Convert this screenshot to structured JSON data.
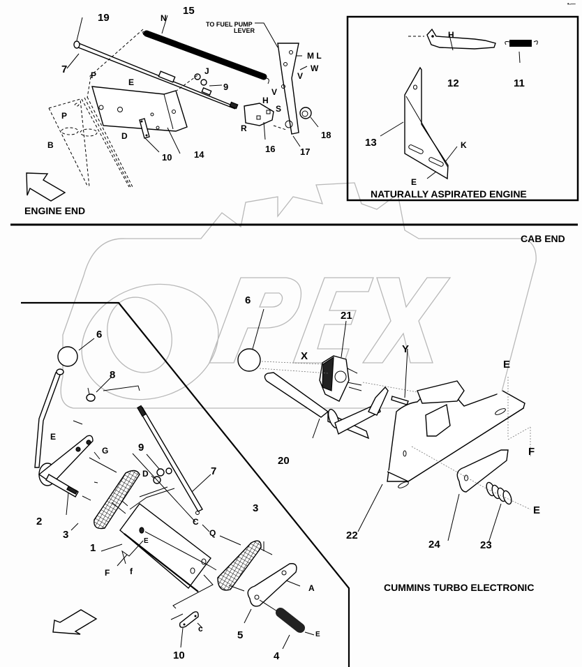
{
  "diagram": {
    "sections": {
      "engine_end": "ENGINE END",
      "cab_end": "CAB  END",
      "naturally_aspirated": "NATURALLY ASPIRATED ENGINE",
      "cummins_turbo": "CUMMINS TURBO ELECTRONIC",
      "fuel_pump_note_line1": "TO FUEL PUMP",
      "fuel_pump_note_line2": "LEVER"
    },
    "watermark": "OPEX",
    "corner_mark": "•-—",
    "part_numbers": {
      "p1": "1",
      "p2": "2",
      "p3a": "3",
      "p3b": "3",
      "p4": "4",
      "p5": "5",
      "p6a": "6",
      "p6b": "6",
      "p7a": "7",
      "p7b": "7",
      "p8": "8",
      "p9a": "9",
      "p9b": "9",
      "p10a": "10",
      "p10b": "10",
      "p11": "11",
      "p12": "12",
      "p13": "13",
      "p14": "14",
      "p15": "15",
      "p16": "16",
      "p17": "17",
      "p18": "18",
      "p19": "19",
      "p20": "20",
      "p21": "21",
      "p22": "22",
      "p23": "23",
      "p24": "24"
    },
    "reference_letters": {
      "top": {
        "N": "N",
        "P1": "P",
        "P2": "P",
        "E": "E",
        "B": "B",
        "D": "D",
        "J": "J",
        "H": "H",
        "S": "S",
        "R": "R",
        "V1": "V",
        "V2": "V",
        "W": "W",
        "ML": "M L"
      },
      "inset": {
        "H": "H",
        "K": "K",
        "E": "E"
      },
      "bottom_left": {
        "E1": "E",
        "G": "G",
        "D": "D",
        "C_upper": "C",
        "Q": "Q",
        "E2": "E",
        "F": "F",
        "f": "f",
        "A": "A",
        "c": "c",
        "E3": "E"
      },
      "bottom_right": {
        "X": "X",
        "Y": "Y",
        "E1": "E",
        "F": "F",
        "E2": "E"
      }
    }
  }
}
